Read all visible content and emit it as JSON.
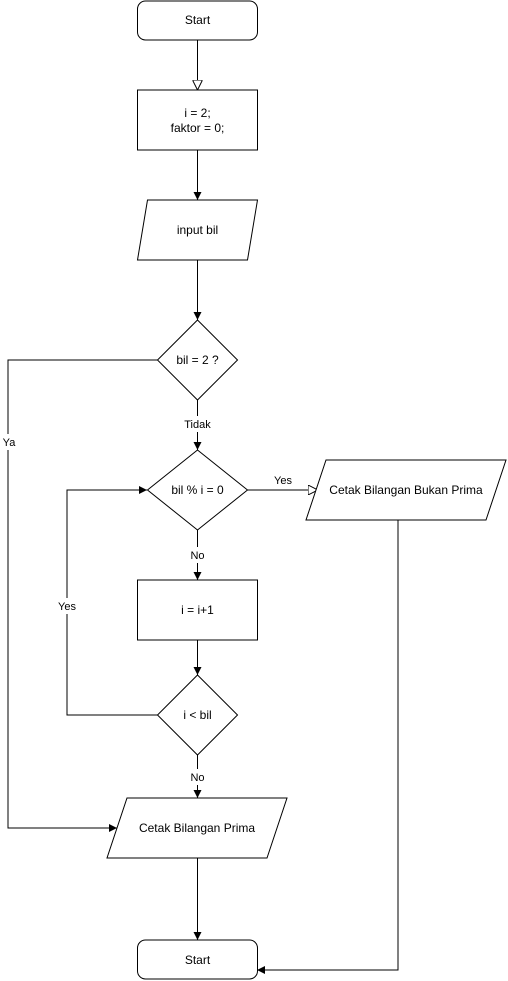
{
  "nodes": {
    "start": "Start",
    "init_line1": "i = 2;",
    "init_line2": "faktor = 0;",
    "input": "input bil",
    "dec_bil2": "bil = 2 ?",
    "dec_mod": "bil % i = 0",
    "output_bukan": "Cetak Bilangan Bukan Prima",
    "increment": "i = i+1",
    "dec_less": "i < bil",
    "output_prima": "Cetak Bilangan Prima",
    "end": "Start"
  },
  "edges": {
    "tidak": "Tidak",
    "ya": "Ya",
    "yes_mod": "Yes",
    "no_mod": "No",
    "yes_loop": "Yes",
    "no_less": "No"
  },
  "colors": {
    "stroke": "#000000",
    "fill": "#ffffff"
  }
}
